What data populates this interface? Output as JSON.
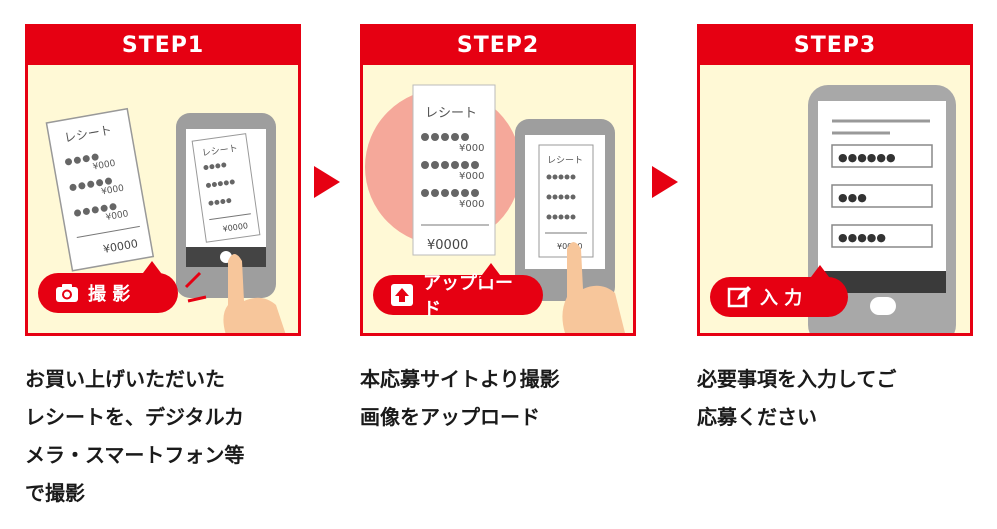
{
  "steps": [
    {
      "title": "STEP1",
      "badge": "撮 影",
      "receipt_title": "レシート",
      "receipt_price": "¥000",
      "receipt_total": "¥0000",
      "desc": [
        "お買い上げいただいた",
        "レシートを、デジタルカ",
        "メラ・スマートフォン等",
        "で撮影"
      ]
    },
    {
      "title": "STEP2",
      "badge": "アップロード",
      "receipt_title": "レシート",
      "receipt_price": "¥000",
      "receipt_total": "¥0000",
      "desc": [
        "本応募サイトより撮影",
        "画像をアップロード"
      ]
    },
    {
      "title": "STEP3",
      "badge": "入 力",
      "fields": [
        "●●●●●●",
        "●●●",
        "●●●●●"
      ],
      "desc": [
        "必要事項を入力してご",
        "応募ください"
      ]
    }
  ],
  "colors": {
    "accent": "#e60012",
    "panel": "#fff9d6",
    "phone": "#9e9e9e",
    "hand": "#f7c69b",
    "zoom": "#f5a89a"
  }
}
